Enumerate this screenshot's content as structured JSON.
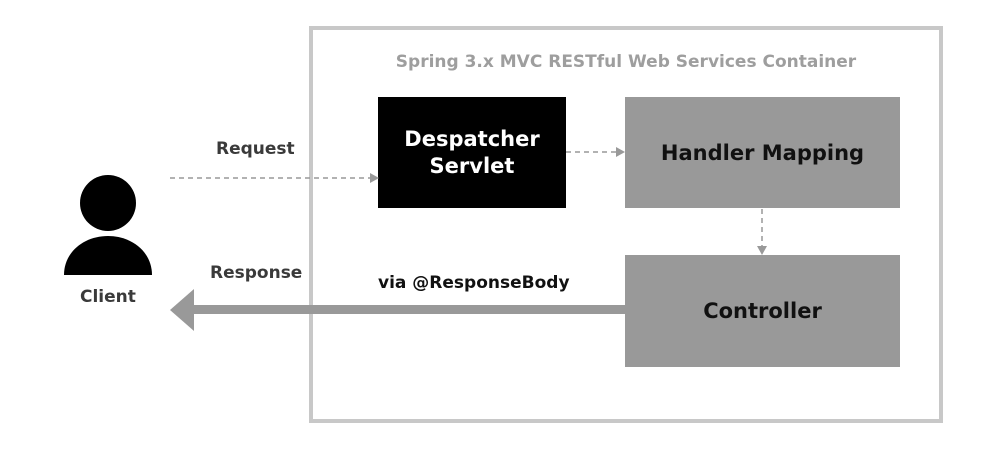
{
  "container": {
    "title": "Spring 3.x MVC RESTful Web Services Container"
  },
  "nodes": {
    "despatcher": {
      "line1": "Despatcher",
      "line2": "Servlet"
    },
    "handler_mapping": "Handler Mapping",
    "controller": "Controller"
  },
  "labels": {
    "request": "Request",
    "response": "Response",
    "client": "Client",
    "via": "via @ResponseBody"
  },
  "colors": {
    "despatcher_bg": "#000000",
    "box_bg": "#999999",
    "container_border": "#c8c8c8",
    "response_arrow": "#999999",
    "dashed_arrow": "#999999"
  },
  "icons": {
    "client": "user-icon"
  }
}
